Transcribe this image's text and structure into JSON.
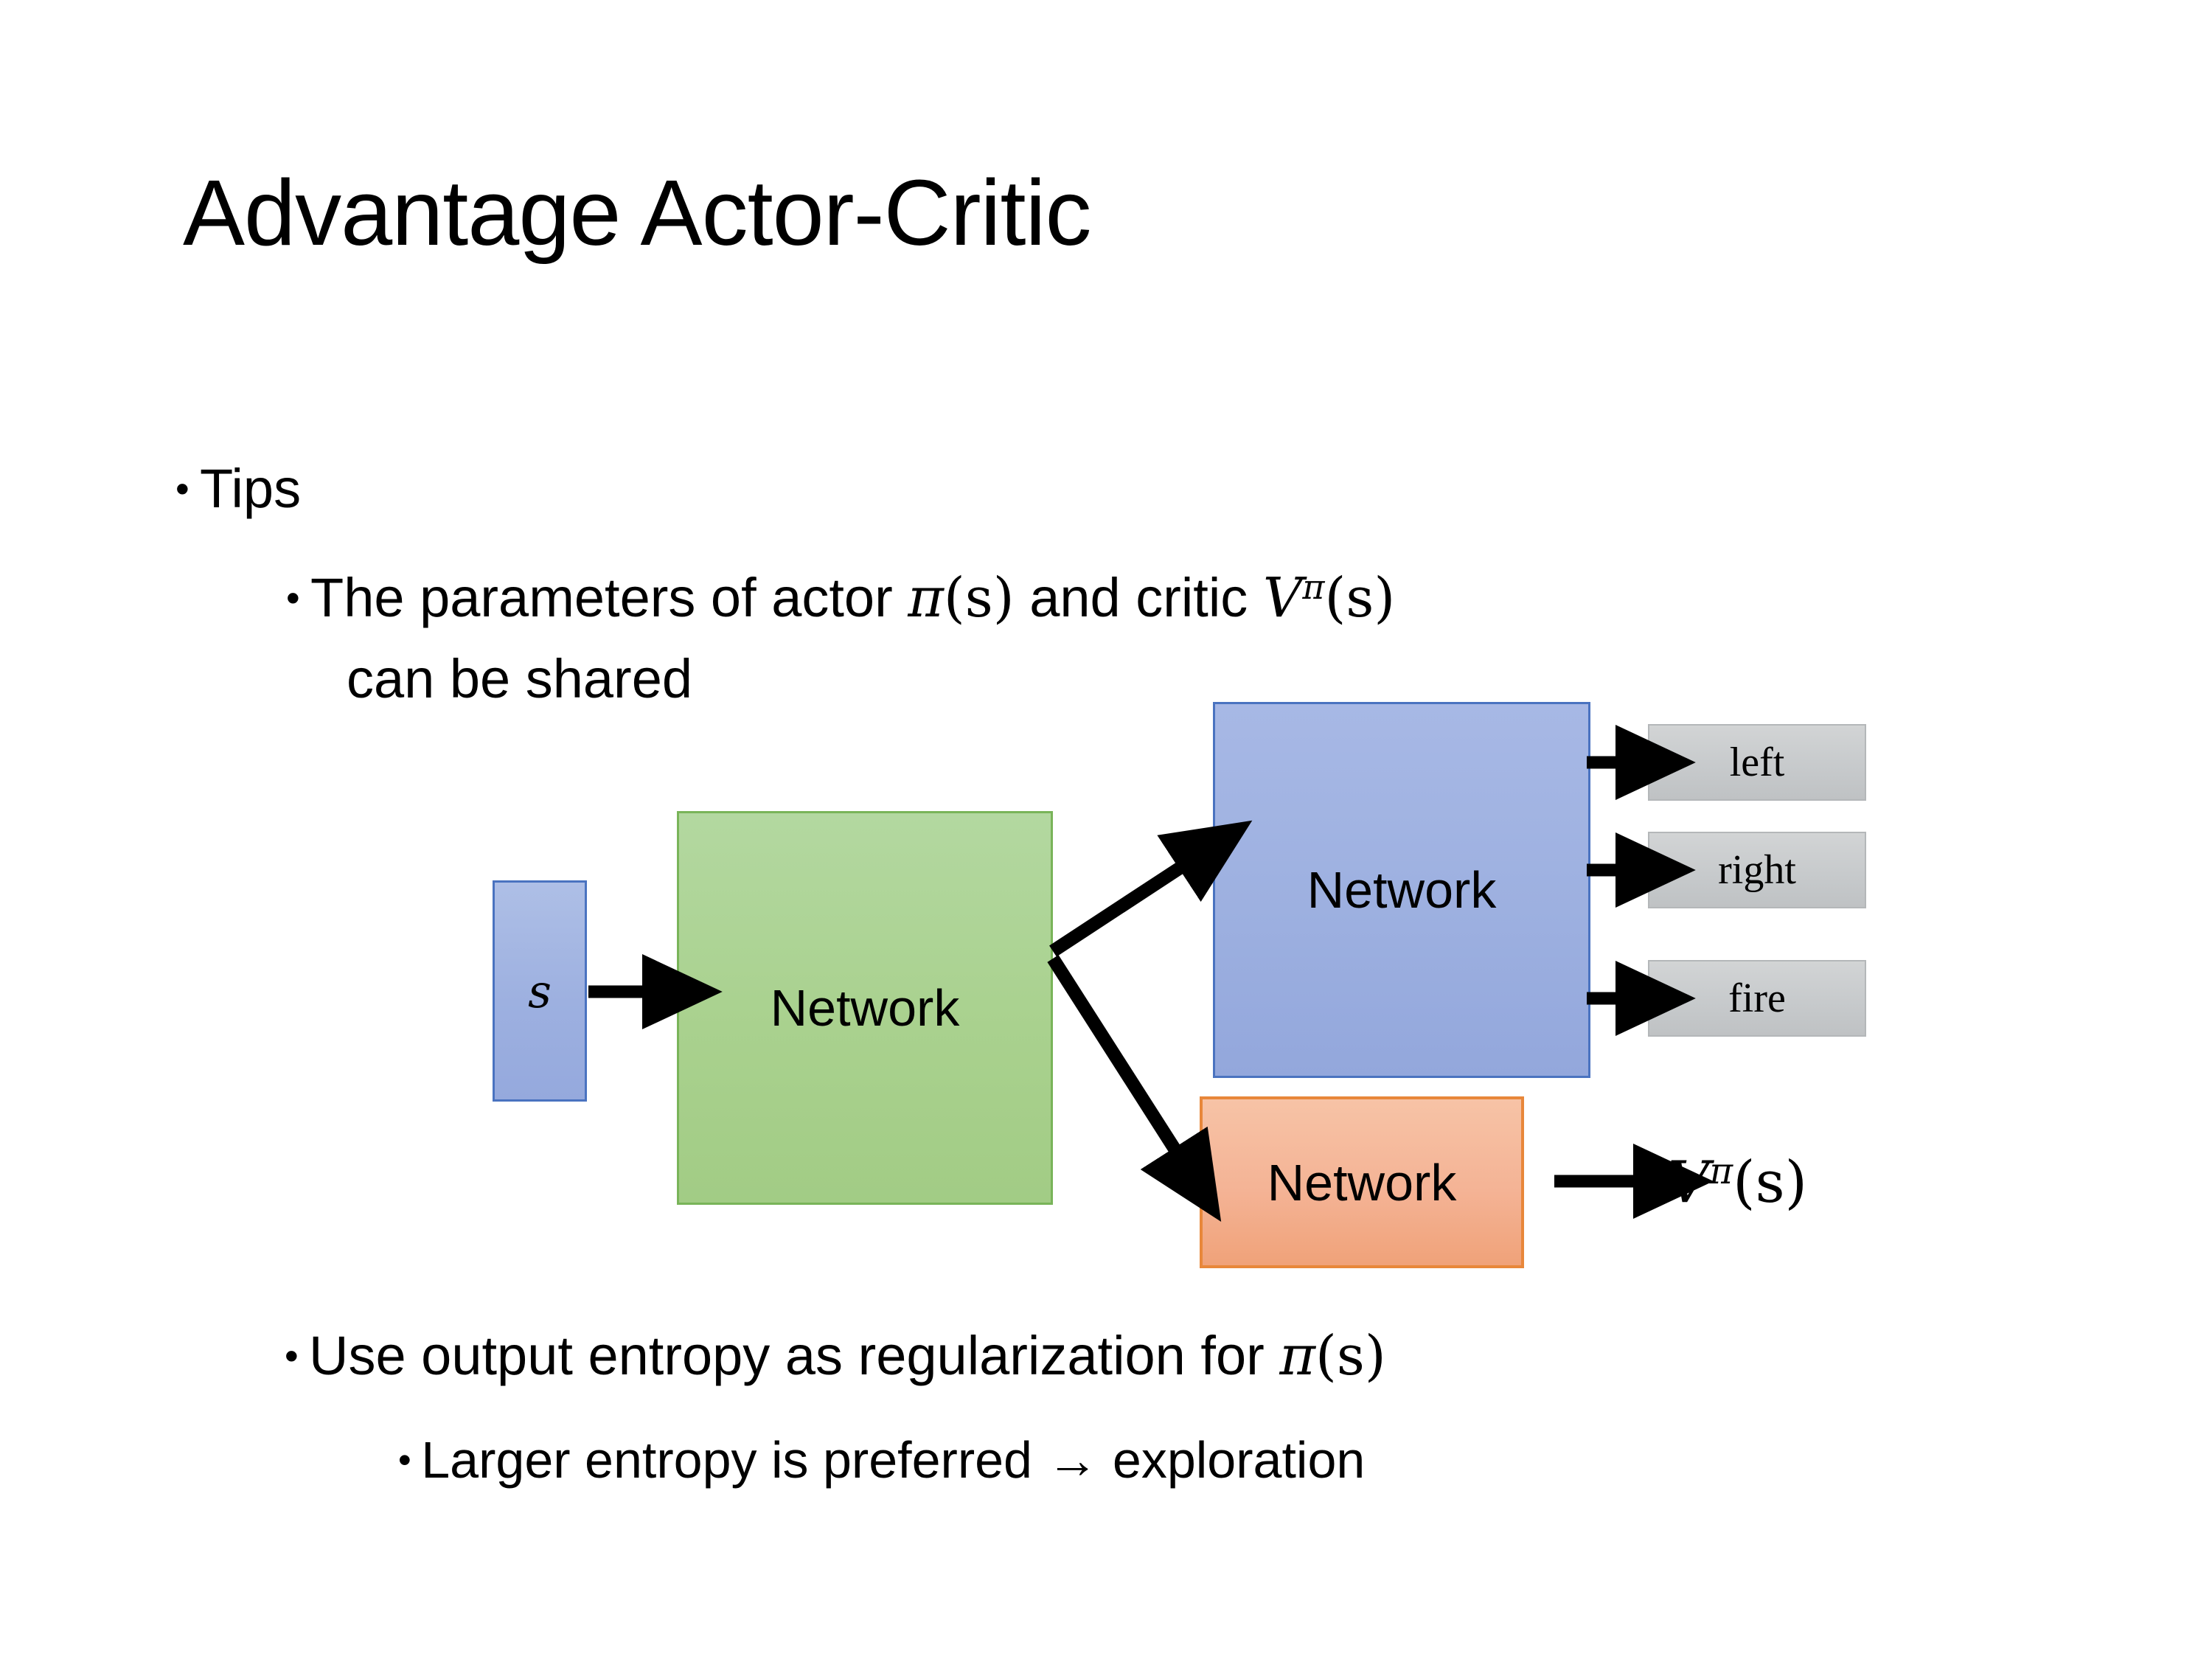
{
  "slide": {
    "title": "Advantage Actor-Critic",
    "background_color": "#ffffff"
  },
  "bullets": {
    "tips": "Tips",
    "params_line1_pre": "The parameters of actor ",
    "params_pi": "π",
    "params_pi_arg": "(s)",
    "params_line1_mid": "  and critic ",
    "params_V": "V",
    "params_V_sup": "π",
    "params_V_arg": "(s)",
    "params_line2": "can be shared",
    "entropy_pre": "Use output entropy as regularization for ",
    "entropy_pi": "π",
    "entropy_pi_arg": "(s)",
    "larger": "Larger entropy is preferred → exploration",
    "bullet_glyph": "•"
  },
  "diagram": {
    "input_label": "s",
    "shared_network_label": "Network",
    "actor_network_label": "Network",
    "critic_network_label": "Network",
    "actions": [
      {
        "label": "left"
      },
      {
        "label": "right"
      },
      {
        "label": "fire"
      }
    ],
    "critic_output_V": "V",
    "critic_output_sup": "π",
    "critic_output_arg": "(s)",
    "colors": {
      "input_fill": "#9db0e0",
      "input_border": "#4a73c0",
      "shared_fill": "#a9d18e",
      "shared_border": "#79b459",
      "actor_fill": "#9db0e0",
      "actor_border": "#4a73c0",
      "critic_fill": "#f4b395",
      "critic_border": "#e8873a",
      "action_fill": "#c7cacc",
      "action_border": "#b4b7b9",
      "arrow_color": "#000000"
    }
  }
}
